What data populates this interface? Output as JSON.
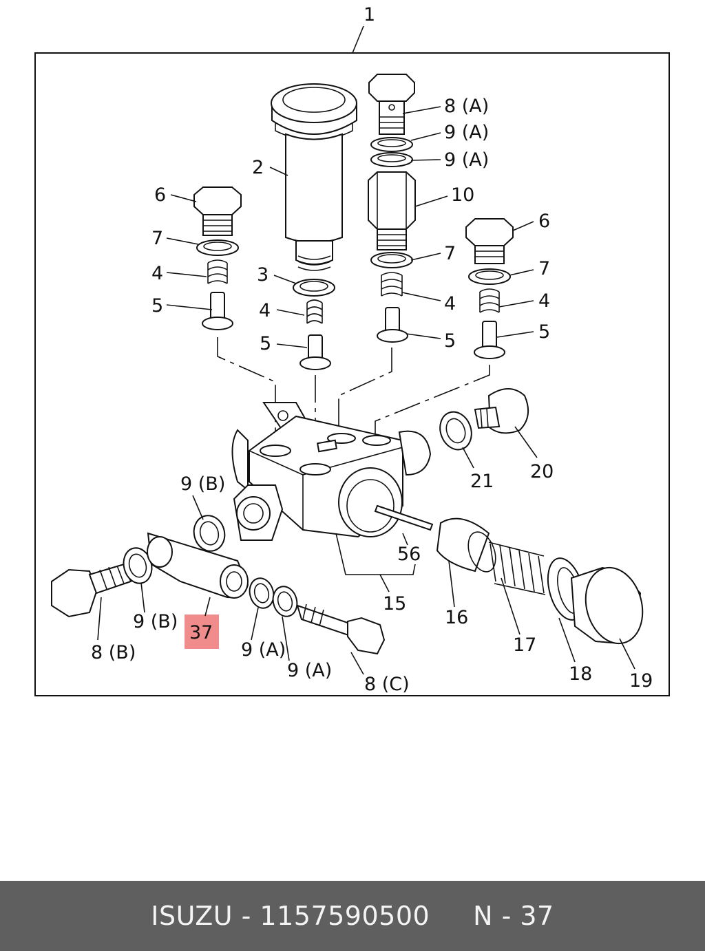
{
  "diagram": {
    "labels": {
      "p1": "1",
      "p2": "2",
      "p3": "3",
      "p4a": "4",
      "p4b": "4",
      "p4c": "4",
      "p4d": "4",
      "p5a": "5",
      "p5b": "5",
      "p5c": "5",
      "p5d": "5",
      "p6a": "6",
      "p6b": "6",
      "p7a": "7",
      "p7b": "7",
      "p7c": "7",
      "p8a": "8 (A)",
      "p9a1": "9 (A)",
      "p9a2": "9 (A)",
      "p10": "10",
      "p20": "20",
      "p21": "21",
      "p9b1": "9 (B)",
      "p56": "56",
      "p15": "15",
      "p16": "16",
      "p17": "17",
      "p18": "18",
      "p19": "19",
      "p9b2": "9 (B)",
      "p8b": "8 (B)",
      "p37": "37",
      "p9a3": "9 (A)",
      "p9a4": "9 (A)",
      "p8c": "8 (C)"
    },
    "highlight_color": "#f08c8c"
  },
  "footer": {
    "text": "ISUZU - 1157590500     N - 37"
  }
}
